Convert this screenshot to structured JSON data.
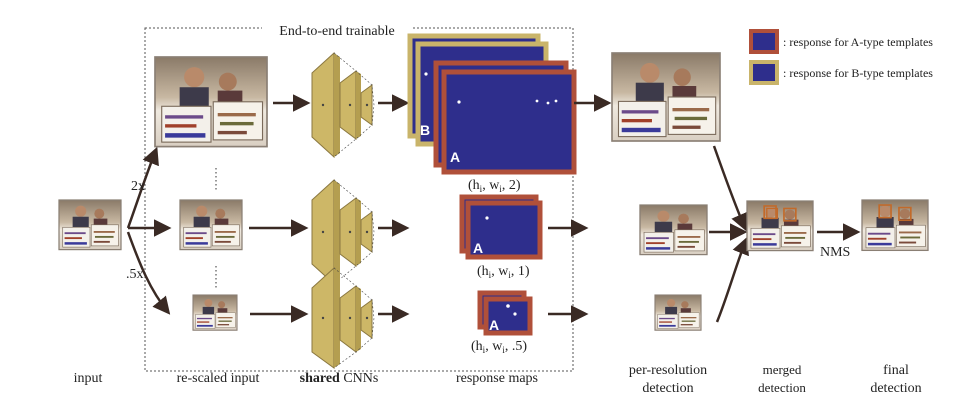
{
  "title": "End-to-end trainable",
  "colors": {
    "a_border": "#b0503a",
    "b_border": "#c9b46a",
    "map_fill": "#2e2e8c",
    "cnn_fill": "#cdb767",
    "arrow": "#3a2a24"
  },
  "legend": [
    {
      "key": "a",
      "text": ": response for A-type templates"
    },
    {
      "key": "b",
      "text": ": response for B-type templates"
    }
  ],
  "scales": {
    "up": "2x",
    "down": ".5x"
  },
  "maps": {
    "top": {
      "dim": "(h",
      "sub": "i",
      "rest": ", w",
      "sub2": "i",
      "tail": ", 2)",
      "letter_a": "A",
      "letter_b": "B"
    },
    "mid": {
      "dim": "(h",
      "sub": "i",
      "rest": ", w",
      "sub2": "i",
      "tail": ", 1)",
      "letter_a": "A"
    },
    "bot": {
      "dim": "(h",
      "sub": "i",
      "rest": ", w",
      "sub2": "i",
      "tail": ", .5)",
      "letter_a": "A"
    }
  },
  "nms": "NMS",
  "bottom_labels": {
    "input": "input",
    "rescaled": "re-scaled input",
    "cnn_bold": "shared",
    "cnn_rest": " CNNs",
    "response": "response maps",
    "per_res_1": "per-resolution",
    "per_res_2": "detection",
    "merged_1": "merged",
    "merged_2": "detection",
    "final_1": "final",
    "final_2": "detection"
  },
  "photo_icon": "photo-thumbnail-icon"
}
